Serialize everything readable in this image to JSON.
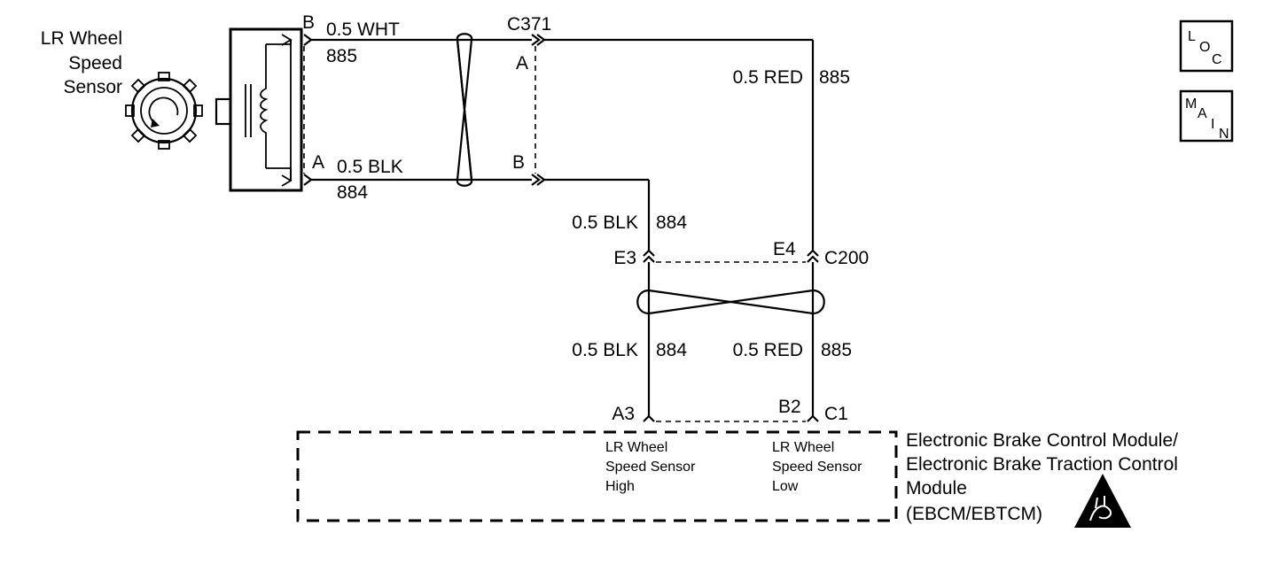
{
  "sensor": {
    "title_line1": "LR Wheel",
    "title_line2": "Speed",
    "title_line3": "Sensor",
    "pin_b": "B",
    "pin_a": "A"
  },
  "wires": {
    "wht_top": "0.5 WHT",
    "wht_top_circuit": "885",
    "blk_top": "0.5 BLK",
    "blk_top_circuit": "884",
    "red_right": "0.5 RED",
    "red_right_circuit": "885",
    "blk_mid": "0.5 BLK",
    "blk_mid_circuit": "884",
    "blk_low": "0.5 BLK",
    "blk_low_circuit": "884",
    "red_low": "0.5 RED",
    "red_low_circuit": "885"
  },
  "connectors": {
    "c371": "C371",
    "c371_pin_a": "A",
    "c371_pin_b": "B",
    "c200": "C200",
    "c200_pin_e3": "E3",
    "c200_pin_e4": "E4",
    "c1": "C1",
    "c1_pin_a3": "A3",
    "c1_pin_b2": "B2"
  },
  "module": {
    "pin_high_line1": "LR Wheel",
    "pin_high_line2": "Speed Sensor",
    "pin_high_line3": "High",
    "pin_low_line1": "LR Wheel",
    "pin_low_line2": "Speed Sensor",
    "pin_low_line3": "Low",
    "name_line1": "Electronic Brake Control Module/",
    "name_line2": "Electronic Brake Traction Control",
    "name_line3": "Module",
    "name_line4": "(EBCM/EBTCM)",
    "esd_icon": "esd-warning-icon"
  },
  "nav": {
    "loc_l": "L",
    "loc_o": "O",
    "loc_c": "C",
    "main_m": "M",
    "main_a": "A",
    "main_i": "I",
    "main_n": "N"
  }
}
